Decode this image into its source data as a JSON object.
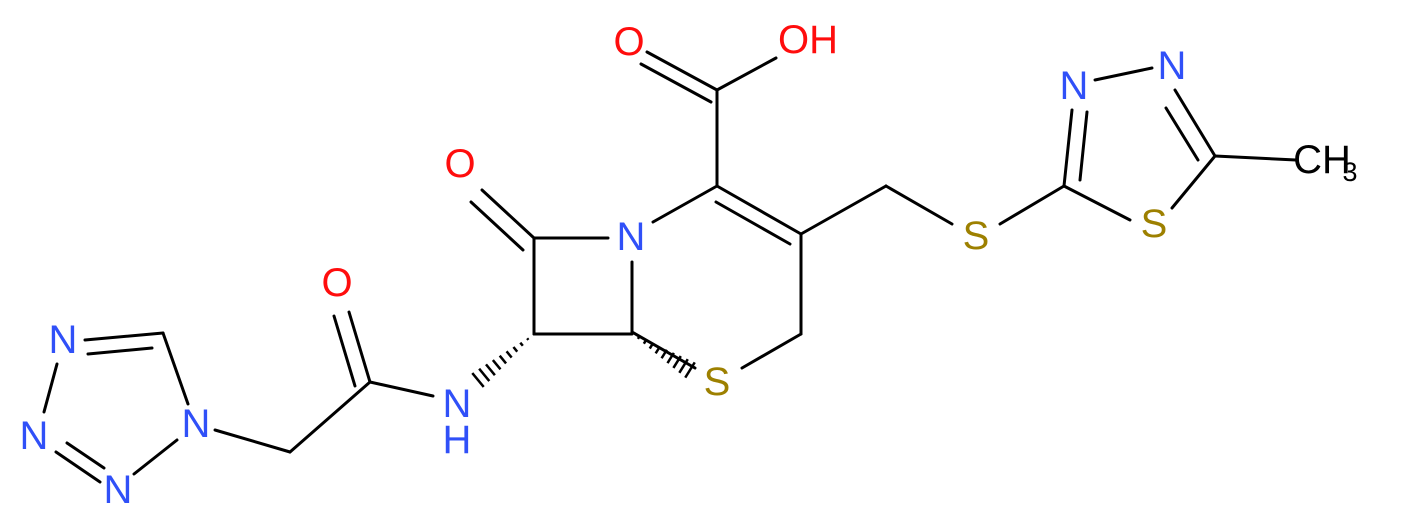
{
  "colors": {
    "bond": "#000000",
    "oxygen": "#ff0d0d",
    "nitrogen": "#3050f8",
    "sulfur": "#9d8000",
    "carbon": "#000000"
  },
  "atoms": {
    "carboxyl_o_double": {
      "label": "O",
      "element": "oxygen"
    },
    "carboxyl_oh": {
      "label": "OH",
      "element": "oxygen"
    },
    "lactam_o": {
      "label": "O",
      "element": "oxygen"
    },
    "lactam_n": {
      "label": "N",
      "element": "nitrogen"
    },
    "ring_s": {
      "label": "S",
      "element": "sulfur"
    },
    "thioether_s": {
      "label": "S",
      "element": "sulfur"
    },
    "thiadiazole_n3": {
      "label": "N",
      "element": "nitrogen"
    },
    "thiadiazole_n4": {
      "label": "N",
      "element": "nitrogen"
    },
    "thiadiazole_s": {
      "label": "S",
      "element": "sulfur"
    },
    "methyl": {
      "label": "CH",
      "sub": "3",
      "element": "carbon"
    },
    "amide_o": {
      "label": "O",
      "element": "oxygen"
    },
    "amide_nh": {
      "label": "N",
      "h": "H",
      "element": "nitrogen"
    },
    "tetrazole_n4": {
      "label": "N",
      "element": "nitrogen"
    },
    "tetrazole_n3": {
      "label": "N",
      "element": "nitrogen"
    },
    "tetrazole_n2": {
      "label": "N",
      "element": "nitrogen"
    },
    "tetrazole_n1": {
      "label": "N",
      "element": "nitrogen"
    }
  }
}
